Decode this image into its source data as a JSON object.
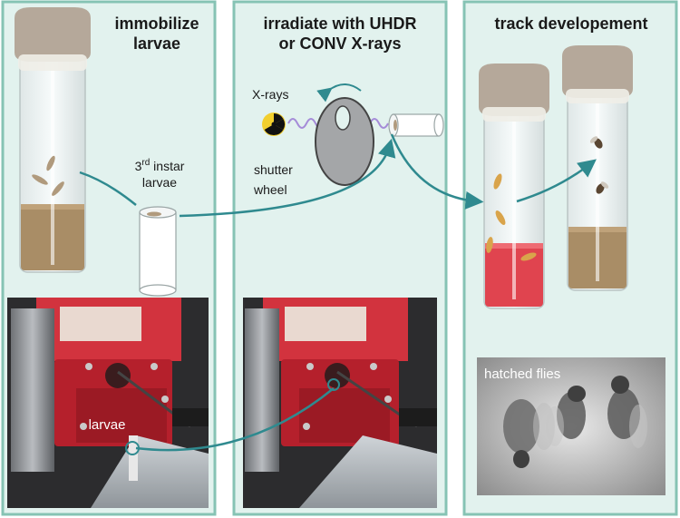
{
  "panels": [
    {
      "title_lines": [
        "immobilize",
        "larvae"
      ]
    },
    {
      "title_lines": [
        "irradiate with UHDR",
        "or CONV X-rays"
      ]
    },
    {
      "title_lines": [
        "track developement"
      ]
    }
  ],
  "labels": {
    "instar_prefix": "3",
    "instar_sup": "rd",
    "instar_suffix": " instar",
    "instar_line2": "larvae",
    "xrays": "X-rays",
    "shutter_line1": "shutter",
    "shutter_line2": "wheel",
    "larvae_photo": "larvae",
    "hatched_flies": "hatched flies"
  },
  "colors": {
    "panel_fill": "#e2f2ee",
    "panel_border": "#86c3b4",
    "arrow": "#2f8a8f",
    "cap": "#b5a89a",
    "food": "#a98d66",
    "red_food": "#e0444f",
    "metal_red": "#b5202c",
    "wave": "#a58cd8"
  },
  "icons": [
    "radiation-icon",
    "shutter-wheel-icon"
  ]
}
